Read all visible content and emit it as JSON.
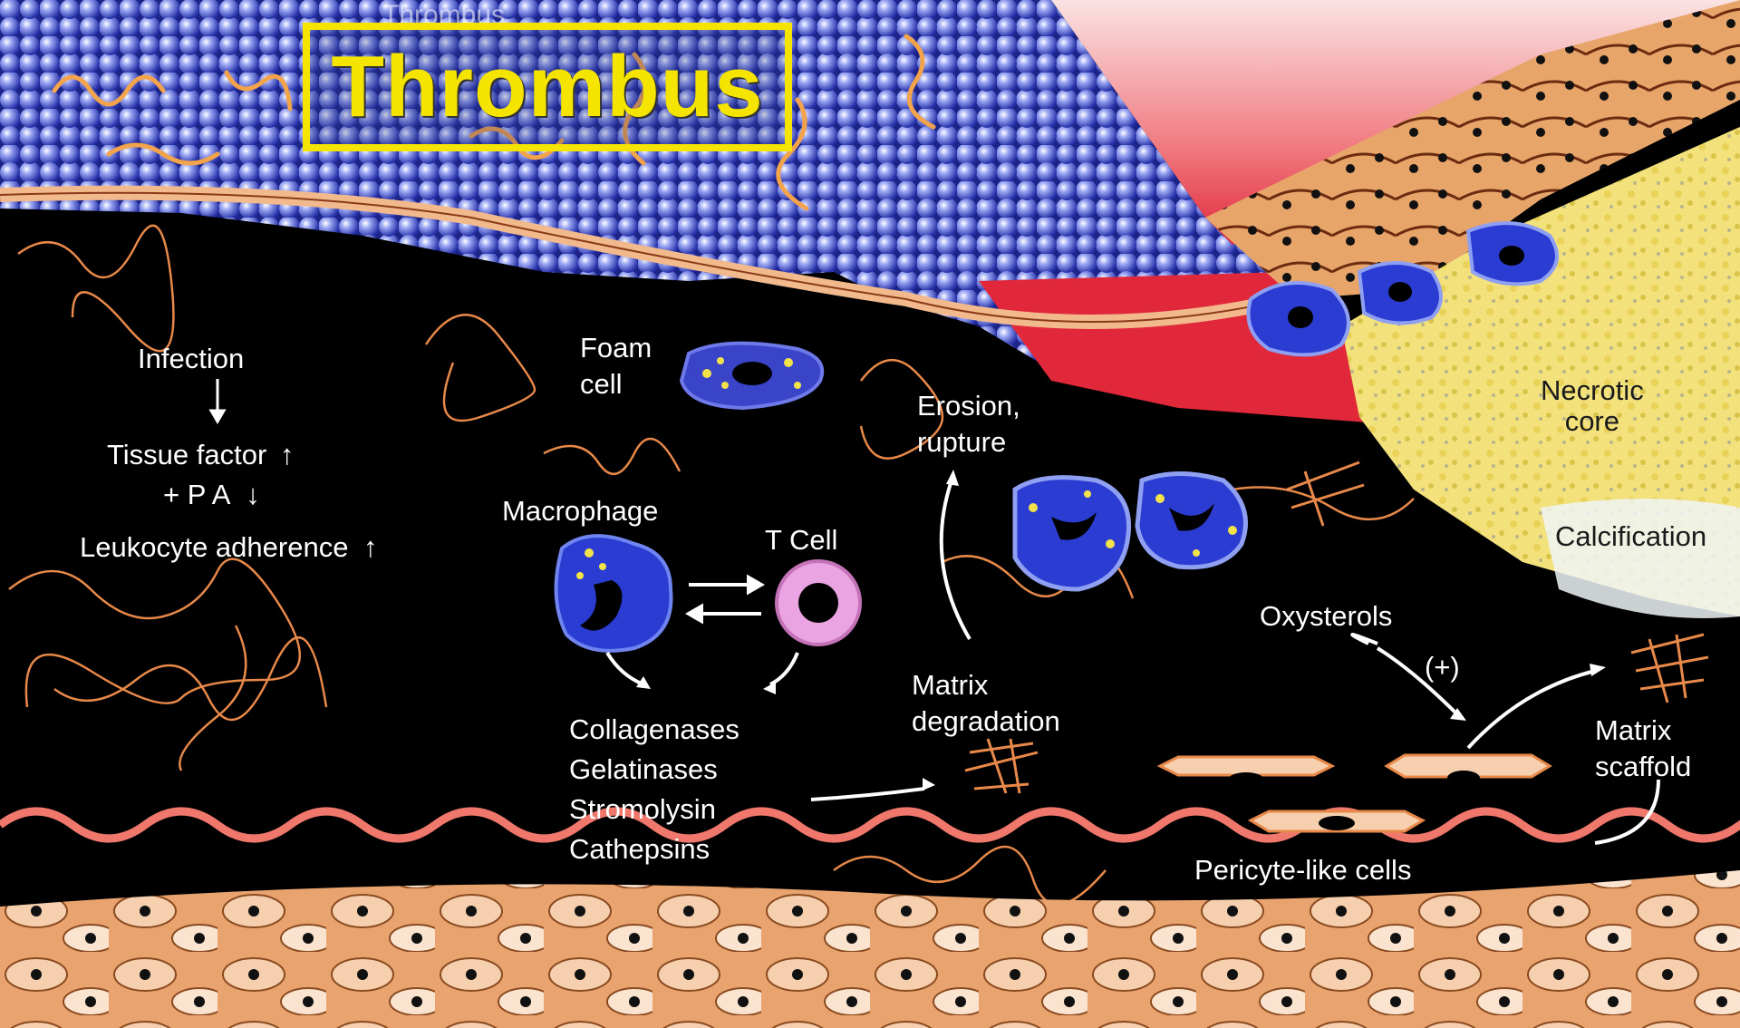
{
  "title": "Thrombus",
  "title_ghost": "Thrombus",
  "colors": {
    "background": "#000000",
    "title_accent": "#f5e400",
    "thrombus_blue": "#4a5bd8",
    "fibrin": "#e8894a",
    "lumen_red": "#e0283a",
    "necrotic_yellow": "#f2e27a",
    "wall_orange": "#e9a36e",
    "tcell_pink": "#e49ad4"
  },
  "labels": {
    "infection": "Infection",
    "tissue_factor": "Tissue factor",
    "pa": "+ P A",
    "leukocyte": "Leukocyte adherence",
    "foam_cell": [
      "Foam",
      "cell"
    ],
    "macrophage": "Macrophage",
    "t_cell": "T Cell",
    "enzymes": [
      "Collagenases",
      "Gelatinases",
      "Stromolysin",
      "Cathepsins"
    ],
    "erosion": [
      "Erosion,",
      "rupture"
    ],
    "matrix_degradation": [
      "Matrix",
      "degradation"
    ],
    "oxysterols": "Oxysterols",
    "plus": "(+)",
    "necrotic_core": [
      "Necrotic",
      "core"
    ],
    "calcification": "Calcification",
    "matrix_scaffold": [
      "Matrix",
      "scaffold"
    ],
    "pericyte": "Pericyte-like cells"
  },
  "arrows": {
    "down": "↓",
    "up": "↑"
  }
}
